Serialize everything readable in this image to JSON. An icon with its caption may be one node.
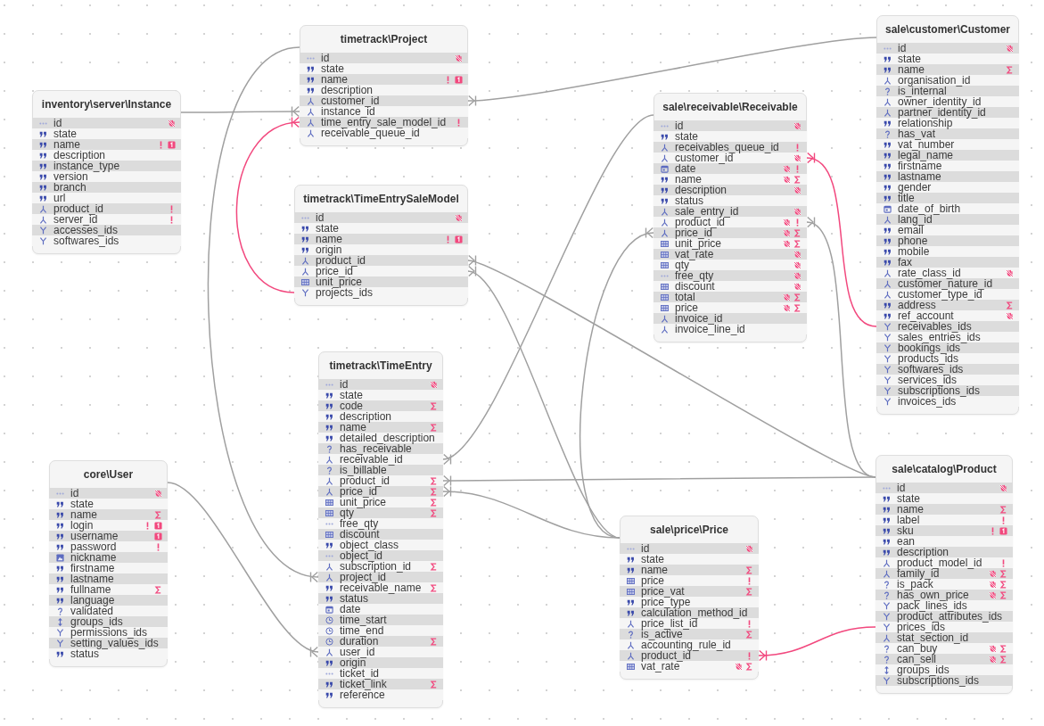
{
  "diagram": {
    "nodes": [
      {
        "text": [
          "inventory\\server\\Instance"
        ]
      },
      {
        "text": [
          "id"
        ],
        "in": 0
      },
      {
        "text": [
          "state"
        ],
        "in": 0
      },
      {
        "text": [
          "name"
        ],
        "in": 0
      },
      {
        "text": [
          "description"
        ],
        "in": 0
      },
      {
        "text": [
          "instance_type"
        ],
        "in": 0
      },
      {
        "text": [
          "version"
        ],
        "in": 0
      },
      {
        "text": [
          "branch"
        ],
        "in": 0
      },
      {
        "text": [
          "url"
        ],
        "in": 0
      },
      {
        "text": [
          "product_id"
        ],
        "in": 0
      },
      {
        "text": [
          "server_id"
        ],
        "in": 0
      },
      {
        "text": [
          "accesses_ids"
        ],
        "in": 0
      },
      {
        "text": [
          "softwares_ids"
        ],
        "in": 0
      },
      {
        "text": [
          "timetrack\\Project"
        ]
      },
      {
        "text": [
          "id"
        ],
        "in": 13
      },
      {
        "text": [
          "state"
        ],
        "in": 13
      },
      {
        "text": [
          "name"
        ],
        "in": 13
      },
      {
        "text": [
          "description"
        ],
        "in": 13
      },
      {
        "text": [
          "customer_id"
        ],
        "in": 13
      },
      {
        "text": [
          "instance_id"
        ],
        "in": 13
      },
      {
        "text": [
          "time_entry_sale_model_id"
        ],
        "in": 13
      },
      {
        "text": [
          "receivable_queue_id"
        ],
        "in": 13
      },
      {
        "text": [
          "timetrack\\TimeEntrySaleModel"
        ]
      },
      {
        "text": [
          "id"
        ],
        "in": 22
      },
      {
        "text": [
          "state"
        ],
        "in": 22
      },
      {
        "text": [
          "name"
        ],
        "in": 22
      },
      {
        "text": [
          "origin"
        ],
        "in": 22
      },
      {
        "text": [
          "product_id"
        ],
        "in": 22
      },
      {
        "text": [
          "price_id"
        ],
        "in": 22
      },
      {
        "text": [
          "unit_price"
        ],
        "in": 22
      },
      {
        "text": [
          "projects_ids"
        ],
        "in": 22
      },
      {
        "text": [
          "sale\\receivable\\Receivable"
        ]
      },
      {
        "text": [
          "id"
        ],
        "in": 31
      },
      {
        "text": [
          "state"
        ],
        "in": 31
      },
      {
        "text": [
          "receivables_queue_id"
        ],
        "in": 31
      },
      {
        "text": [
          "customer_id"
        ],
        "in": 31
      },
      {
        "text": [
          "date"
        ],
        "in": 31
      },
      {
        "text": [
          "name"
        ],
        "in": 31
      },
      {
        "text": [
          "description"
        ],
        "in": 31
      },
      {
        "text": [
          "status"
        ],
        "in": 31
      },
      {
        "text": [
          "sale_entry_id"
        ],
        "in": 31
      },
      {
        "text": [
          "product_id"
        ],
        "in": 31
      },
      {
        "text": [
          "price_id"
        ],
        "in": 31
      },
      {
        "text": [
          "unit_price"
        ],
        "in": 31
      },
      {
        "text": [
          "vat_rate"
        ],
        "in": 31
      },
      {
        "text": [
          "qty"
        ],
        "in": 31
      },
      {
        "text": [
          "free_qty"
        ],
        "in": 31
      },
      {
        "text": [
          "discount"
        ],
        "in": 31
      },
      {
        "text": [
          "total"
        ],
        "in": 31
      },
      {
        "text": [
          "price"
        ],
        "in": 31
      },
      {
        "text": [
          "invoice_id"
        ],
        "in": 31
      },
      {
        "text": [
          "invoice_line_id"
        ],
        "in": 31
      },
      {
        "text": [
          "sale\\customer\\Customer"
        ]
      },
      {
        "text": [
          "id"
        ],
        "in": 52
      },
      {
        "text": [
          "state"
        ],
        "in": 52
      },
      {
        "text": [
          "name"
        ],
        "in": 52
      },
      {
        "text": [
          "organisation_id"
        ],
        "in": 52
      },
      {
        "text": [
          "is_internal"
        ],
        "in": 52
      },
      {
        "text": [
          "owner_identity_id"
        ],
        "in": 52
      },
      {
        "text": [
          "partner_identity_id"
        ],
        "in": 52
      },
      {
        "text": [
          "relationship"
        ],
        "in": 52
      },
      {
        "text": [
          "has_vat"
        ],
        "in": 52
      },
      {
        "text": [
          "vat_number"
        ],
        "in": 52
      },
      {
        "text": [
          "legal_name"
        ],
        "in": 52
      },
      {
        "text": [
          "firstname"
        ],
        "in": 52
      },
      {
        "text": [
          "lastname"
        ],
        "in": 52
      },
      {
        "text": [
          "gender"
        ],
        "in": 52
      },
      {
        "text": [
          "title"
        ],
        "in": 52
      },
      {
        "text": [
          "date_of_birth"
        ],
        "in": 52
      },
      {
        "text": [
          "lang_id"
        ],
        "in": 52
      },
      {
        "text": [
          "email"
        ],
        "in": 52
      },
      {
        "text": [
          "phone"
        ],
        "in": 52
      },
      {
        "text": [
          "mobile"
        ],
        "in": 52
      },
      {
        "text": [
          "fax"
        ],
        "in": 52
      },
      {
        "text": [
          "rate_class_id"
        ],
        "in": 52
      },
      {
        "text": [
          "customer_nature_id"
        ],
        "in": 52
      },
      {
        "text": [
          "customer_type_id"
        ],
        "in": 52
      },
      {
        "text": [
          "address"
        ],
        "in": 52
      },
      {
        "text": [
          "ref_account"
        ],
        "in": 52
      },
      {
        "text": [
          "receivables_ids"
        ],
        "in": 52
      },
      {
        "text": [
          "sales_entries_ids"
        ],
        "in": 52
      },
      {
        "text": [
          "bookings_ids"
        ],
        "in": 52
      },
      {
        "text": [
          "products_ids"
        ],
        "in": 52
      },
      {
        "text": [
          "softwares_ids"
        ],
        "in": 52
      },
      {
        "text": [
          "services_ids"
        ],
        "in": 52
      },
      {
        "text": [
          "subscriptions_ids"
        ],
        "in": 52
      },
      {
        "text": [
          "invoices_ids"
        ],
        "in": 52
      },
      {
        "text": [
          "core\\User"
        ]
      },
      {
        "text": [
          "id"
        ],
        "in": 87
      },
      {
        "text": [
          "state"
        ],
        "in": 87
      },
      {
        "text": [
          "name"
        ],
        "in": 87
      },
      {
        "text": [
          "login"
        ],
        "in": 87
      },
      {
        "text": [
          "username"
        ],
        "in": 87
      },
      {
        "text": [
          "password"
        ],
        "in": 87
      },
      {
        "text": [
          "nickname"
        ],
        "in": 87
      },
      {
        "text": [
          "firstname"
        ],
        "in": 87
      },
      {
        "text": [
          "lastname"
        ],
        "in": 87
      },
      {
        "text": [
          "fullname"
        ],
        "in": 87
      },
      {
        "text": [
          "language"
        ],
        "in": 87
      },
      {
        "text": [
          "validated"
        ],
        "in": 87
      },
      {
        "text": [
          "groups_ids"
        ],
        "in": 87
      },
      {
        "text": [
          "permissions_ids"
        ],
        "in": 87
      },
      {
        "text": [
          "setting_values_ids"
        ],
        "in": 87
      },
      {
        "text": [
          "status"
        ],
        "in": 87
      },
      {
        "text": [
          "timetrack\\TimeEntry"
        ]
      },
      {
        "text": [
          "id"
        ],
        "in": 104
      },
      {
        "text": [
          "state"
        ],
        "in": 104
      },
      {
        "text": [
          "code"
        ],
        "in": 104
      },
      {
        "text": [
          "description"
        ],
        "in": 104
      },
      {
        "text": [
          "name"
        ],
        "in": 104
      },
      {
        "text": [
          "detailed_description"
        ],
        "in": 104
      },
      {
        "text": [
          "has_receivable"
        ],
        "in": 104
      },
      {
        "text": [
          "receivable_id"
        ],
        "in": 104
      },
      {
        "text": [
          "is_billable"
        ],
        "in": 104
      },
      {
        "text": [
          "product_id"
        ],
        "in": 104
      },
      {
        "text": [
          "price_id"
        ],
        "in": 104
      },
      {
        "text": [
          "unit_price"
        ],
        "in": 104
      },
      {
        "text": [
          "qty"
        ],
        "in": 104
      },
      {
        "text": [
          "free_qty"
        ],
        "in": 104
      },
      {
        "text": [
          "discount"
        ],
        "in": 104
      },
      {
        "text": [
          "object_class"
        ],
        "in": 104
      },
      {
        "text": [
          "object_id"
        ],
        "in": 104
      },
      {
        "text": [
          "subscription_id"
        ],
        "in": 104
      },
      {
        "text": [
          "project_id"
        ],
        "in": 104
      },
      {
        "text": [
          "receivable_name"
        ],
        "in": 104
      },
      {
        "text": [
          "status"
        ],
        "in": 104
      },
      {
        "text": [
          "date"
        ],
        "in": 104
      },
      {
        "text": [
          "time_start"
        ],
        "in": 104
      },
      {
        "text": [
          "time_end"
        ],
        "in": 104
      },
      {
        "text": [
          "duration"
        ],
        "in": 104
      },
      {
        "text": [
          "user_id"
        ],
        "in": 104
      },
      {
        "text": [
          "origin"
        ],
        "in": 104
      },
      {
        "text": [
          "ticket_id"
        ],
        "in": 104
      },
      {
        "text": [
          "ticket_link"
        ],
        "in": 104
      },
      {
        "text": [
          "reference"
        ],
        "in": 104
      },
      {
        "text": [
          "sale\\price\\Price"
        ]
      },
      {
        "text": [
          "id"
        ],
        "in": 135
      },
      {
        "text": [
          "state"
        ],
        "in": 135
      },
      {
        "text": [
          "name"
        ],
        "in": 135
      },
      {
        "text": [
          "price"
        ],
        "in": 135
      },
      {
        "text": [
          "price_vat"
        ],
        "in": 135
      },
      {
        "text": [
          "price_type"
        ],
        "in": 135
      },
      {
        "text": [
          "calculation_method_id"
        ],
        "in": 135
      },
      {
        "text": [
          "price_list_id"
        ],
        "in": 135
      },
      {
        "text": [
          "is_active"
        ],
        "in": 135
      },
      {
        "text": [
          "accounting_rule_id"
        ],
        "in": 135
      },
      {
        "text": [
          "product_id"
        ],
        "in": 135
      },
      {
        "text": [
          "vat_rate"
        ],
        "in": 135
      },
      {
        "text": [
          "sale\\catalog\\Product"
        ]
      },
      {
        "text": [
          "id"
        ],
        "in": 148
      },
      {
        "text": [
          "state"
        ],
        "in": 148
      },
      {
        "text": [
          "name"
        ],
        "in": 148
      },
      {
        "text": [
          "label"
        ],
        "in": 148
      },
      {
        "text": [
          "sku"
        ],
        "in": 148
      },
      {
        "text": [
          "ean"
        ],
        "in": 148
      },
      {
        "text": [
          "description"
        ],
        "in": 148
      },
      {
        "text": [
          "product_model_id"
        ],
        "in": 148
      },
      {
        "text": [
          "family_id"
        ],
        "in": 148
      },
      {
        "text": [
          "is_pack"
        ],
        "in": 148
      },
      {
        "text": [
          "has_own_price"
        ],
        "in": 148
      },
      {
        "text": [
          "pack_lines_ids"
        ],
        "in": 148
      },
      {
        "text": [
          "product_attributes_ids"
        ],
        "in": 148
      },
      {
        "text": [
          "prices_ids"
        ],
        "in": 148
      },
      {
        "text": [
          "stat_section_id"
        ],
        "in": 148
      },
      {
        "text": [
          "can_buy"
        ],
        "in": 148
      },
      {
        "text": [
          "can_sell"
        ],
        "in": 148
      },
      {
        "text": [
          "groups_ids"
        ],
        "in": 148
      },
      {
        "text": [
          "subscriptions_ids"
        ],
        "in": 148
      }
    ],
    "edges": [
      {
        "from": 0,
        "to": 19,
        "arrow": "other"
      },
      {
        "from": 13,
        "to": 123,
        "arrow": "other"
      },
      {
        "from": 30,
        "to": 20,
        "arrow": "other",
        "color": "#f2487e"
      },
      {
        "from": 52,
        "to": 18,
        "arrow": "other"
      },
      {
        "from": 31,
        "to": 112,
        "arrow": "other"
      },
      {
        "from": 79,
        "to": 35,
        "arrow": "other",
        "color": "#f2487e"
      },
      {
        "from": 148,
        "to": 27,
        "arrow": "other"
      },
      {
        "from": 135,
        "to": 28,
        "arrow": "other"
      },
      {
        "from": 148,
        "to": 114,
        "arrow": "other"
      },
      {
        "from": 135,
        "to": 115,
        "arrow": "other"
      },
      {
        "from": 148,
        "to": 41,
        "arrow": "other"
      },
      {
        "from": 135,
        "to": 42,
        "arrow": "other"
      },
      {
        "from": 162,
        "to": 146,
        "arrow": "other",
        "color": "#f2487e"
      },
      {
        "from": 87,
        "to": 130,
        "arrow": "other"
      }
    ]
  }
}
